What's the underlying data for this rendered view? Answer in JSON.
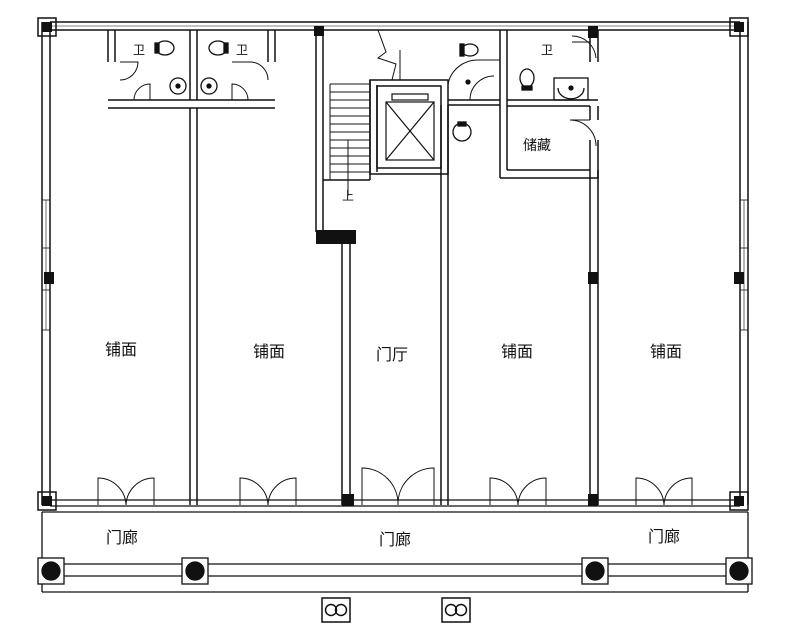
{
  "rooms": {
    "shop_1": "铺面",
    "shop_2": "铺面",
    "lobby": "门厅",
    "shop_3": "铺面",
    "shop_4": "铺面",
    "porch_left": "门廊",
    "porch_center": "门廊",
    "porch_right": "门廊",
    "toilet_1": "卫",
    "toilet_2": "卫",
    "toilet_3": "卫",
    "storage": "储藏",
    "stair_up": "上"
  }
}
